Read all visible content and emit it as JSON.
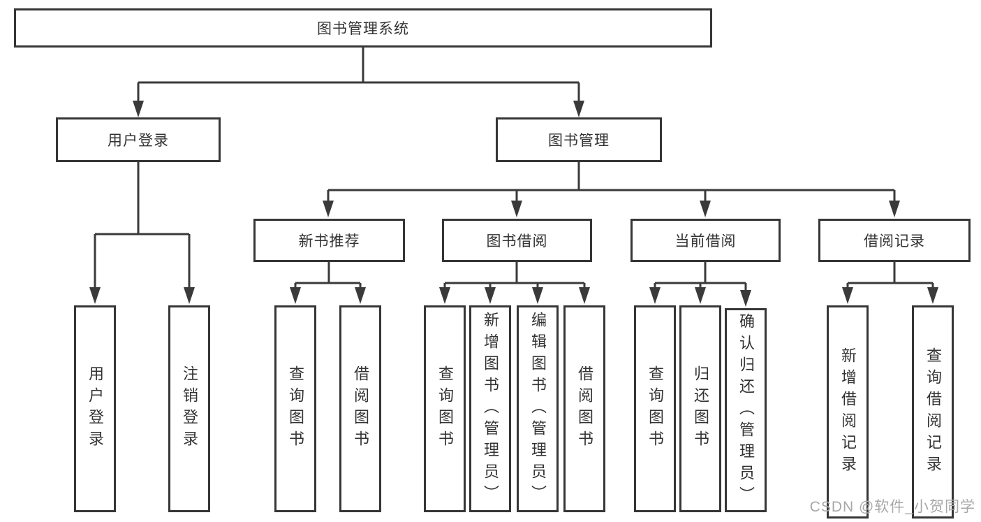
{
  "diagram": {
    "root": {
      "label": "图书管理系统"
    },
    "level2": [
      {
        "label": "用户登录",
        "leaves": [
          "用户登录",
          "注销登录"
        ]
      },
      {
        "label": "图书管理",
        "groups": [
          {
            "label": "新书推荐",
            "leaves": [
              "查询图书",
              "借阅图书"
            ]
          },
          {
            "label": "图书借阅",
            "leaves": [
              "查询图书",
              "新增图书（管理员）",
              "编辑图书（管理员）",
              "借阅图书"
            ]
          },
          {
            "label": "当前借阅",
            "leaves": [
              "查询图书",
              "归还图书",
              "确认归还（管理员）"
            ]
          },
          {
            "label": "借阅记录",
            "leaves": [
              "新增借阅记录",
              "查询借阅记录"
            ]
          }
        ]
      }
    ]
  },
  "watermark": {
    "text": "CSDN @软件_小贺同学"
  },
  "colors": {
    "line": "#3a3a3a",
    "box_border": "#363636",
    "box_fill": "#ffffff",
    "text": "#333333",
    "watermark": "#a8a8a8",
    "background": "#ffffff"
  }
}
